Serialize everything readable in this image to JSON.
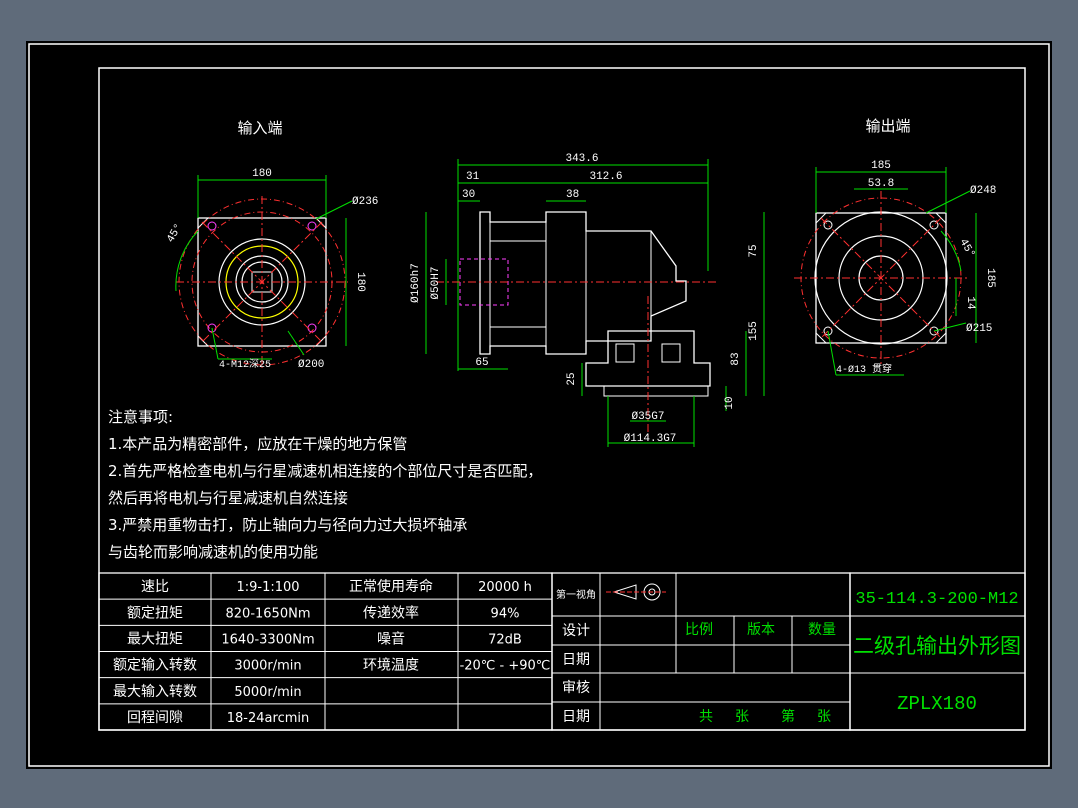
{
  "views": {
    "input_label": "输入端",
    "output_label": "输出端"
  },
  "dims_input": {
    "width": "180",
    "height": "180",
    "dia_outer": "Ø236",
    "dia_pcd": "Ø200",
    "angle": "45°",
    "holes": "4-M12深25"
  },
  "dims_side": {
    "total": "343.6",
    "body": "312.6",
    "d31": "31",
    "d30": "30",
    "d38": "38",
    "d65": "65",
    "dia_pilot": "Ø160h7",
    "dia_shaft": "Ø50H7",
    "d75": "75",
    "d155": "155",
    "d83": "83",
    "d25": "25",
    "d10": "10",
    "dia_out_shaft": "Ø35G7",
    "dia_out_pilot": "Ø114.3G7"
  },
  "dims_output": {
    "width": "185",
    "d53": "53.8",
    "dia_outer": "Ø248",
    "angle": "45°",
    "height": "185",
    "d14": "14",
    "dia_pcd": "Ø215",
    "holes": "4-Ø13 贯穿"
  },
  "notes": {
    "heading": "注意事项:",
    "line1": "1.本产品为精密部件，应放在干燥的地方保管",
    "line2": "2.首先严格检查电机与行星减速机相连接的个部位尺寸是否匹配，",
    "line3": "然后再将电机与行星减速机自然连接",
    "line4": "3.严禁用重物击打，防止轴向力与径向力过大损坏轴承",
    "line5": "与齿轮而影响减速机的使用功能"
  },
  "specs": {
    "rows": [
      {
        "k1": "速比",
        "v1": "1:9-1:100",
        "k2": "正常使用寿命",
        "v2": "20000 h"
      },
      {
        "k1": "额定扭矩",
        "v1": "820-1650Nm",
        "k2": "传递效率",
        "v2": "94%"
      },
      {
        "k1": "最大扭矩",
        "v1": "1640-3300Nm",
        "k2": "噪音",
        "v2": "72dB"
      },
      {
        "k1": "额定输入转数",
        "v1": "3000r/min",
        "k2": "环境温度",
        "v2": "-20℃ - +90℃"
      },
      {
        "k1": "最大输入转数",
        "v1": "5000r/min",
        "k2": "",
        "v2": ""
      },
      {
        "k1": "回程间隙",
        "v1": "18-24arcmin",
        "k2": "",
        "v2": ""
      }
    ]
  },
  "title_block": {
    "projection": "第一视角",
    "design": "设计",
    "date1": "日期",
    "review": "审核",
    "date2": "日期",
    "scale": "比例",
    "version": "版本",
    "qty": "数量",
    "total_sheets": "共",
    "sheet_unit1": "张",
    "sheet_no": "第",
    "sheet_unit2": "张",
    "drawing_no": "35-114.3-200-M12",
    "drawing_title": "二级孔输出外形图",
    "model": "ZPLX180"
  },
  "colors": {
    "sheet": "#000000",
    "border": "#ffffff",
    "dimension": "#00e000",
    "centerline": "#ff3030",
    "text": "#ffffff",
    "hole": "#ff40ff",
    "outline": "#ffffff"
  }
}
